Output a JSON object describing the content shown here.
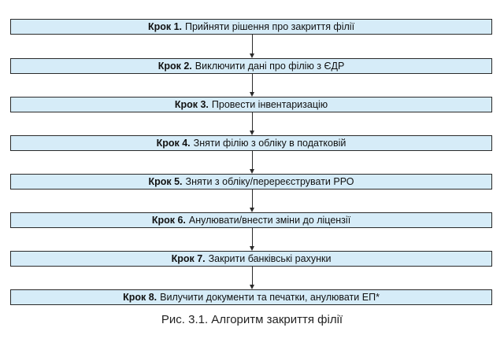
{
  "diagram": {
    "steps": [
      {
        "label": "Крок 1.",
        "text": "Прийняти рішення про закриття філії"
      },
      {
        "label": "Крок 2.",
        "text": "Виключити дані про філію з ЄДР"
      },
      {
        "label": "Крок 3.",
        "text": "Провести інвентаризацію"
      },
      {
        "label": "Крок 4.",
        "text": "Зняти філію з обліку в податковій"
      },
      {
        "label": "Крок 5.",
        "text": "Зняти з обліку/перереєструвати РРО"
      },
      {
        "label": "Крок 6.",
        "text": "Анулювати/внести зміни до ліцензії"
      },
      {
        "label": "Крок 7.",
        "text": "Закрити банківські рахунки"
      },
      {
        "label": "Крок 8.",
        "text": "Вилучити документи та печатки, анулювати ЕП*"
      }
    ]
  },
  "caption": "Рис. 3.1. Алгоритм закриття філії",
  "colors": {
    "box_fill": "#d6ecf8",
    "border": "#2a2a2a"
  }
}
